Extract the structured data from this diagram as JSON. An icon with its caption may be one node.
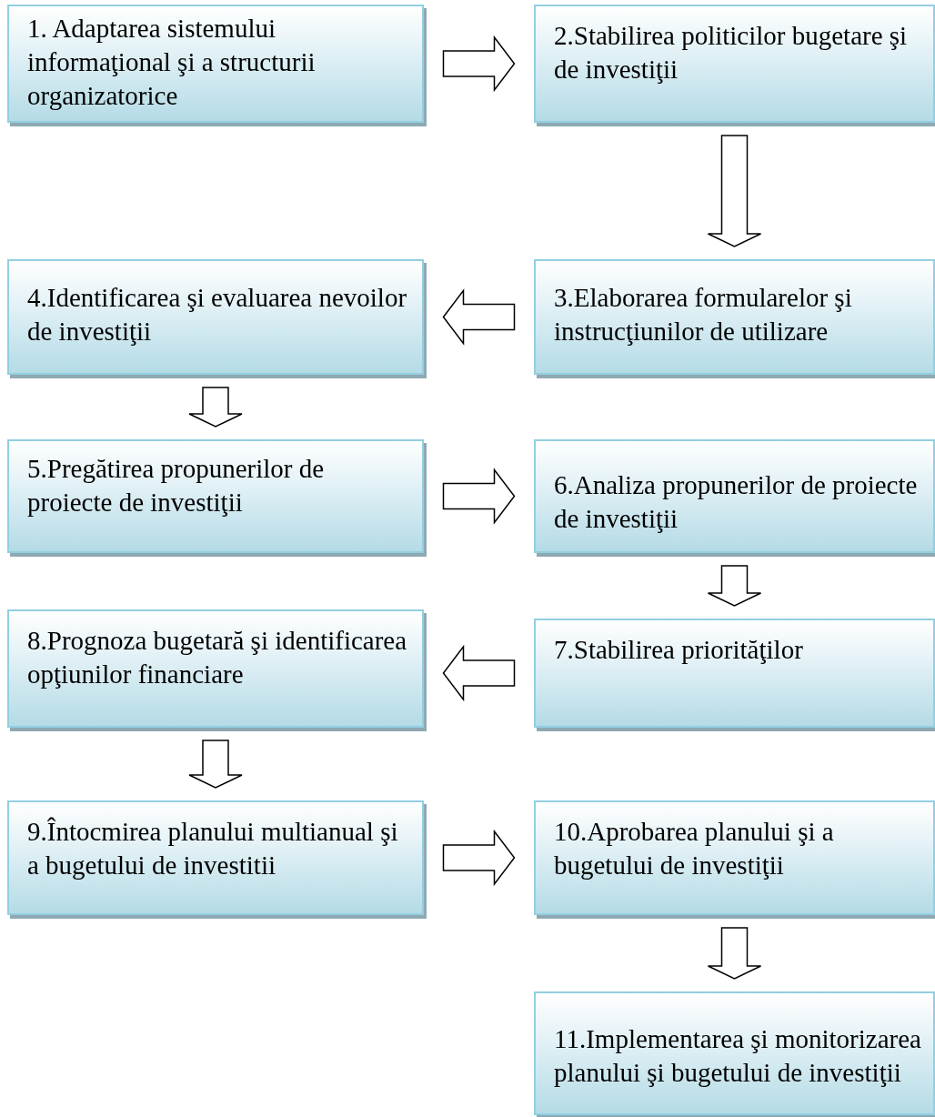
{
  "diagram": {
    "nodes": [
      {
        "text": [
          "1. Adaptarea sistemului informaţional şi a structurii organizatorice"
        ]
      },
      {
        "text": [
          "2.Stabilirea politicilor bugetare şi de investiţii"
        ]
      },
      {
        "text": [
          "3.Elaborarea formularelor şi instrucţiunilor de utilizare"
        ]
      },
      {
        "text": [
          "4.Identificarea şi  evaluarea nevoilor de investiţii"
        ]
      },
      {
        "text": [
          "5.Pregătirea propunerilor de proiecte de investiţii"
        ]
      },
      {
        "text": [
          "6.Analiza propunerilor de proiecte de investiţii"
        ]
      },
      {
        "text": [
          "7.Stabilirea priorităţilor"
        ]
      },
      {
        "text": [
          "8.Prognoza bugetară şi identificarea opţiunilor financiare"
        ]
      },
      {
        "text": [
          "9.Întocmirea planului multianual şi a bugetului de investitii"
        ]
      },
      {
        "text": [
          "10.Aprobarea planului şi a bugetului de investiţii"
        ]
      },
      {
        "text": [
          "11.Implementarea şi monitorizarea planului şi bugetului de investiţii"
        ]
      }
    ],
    "edges": [
      {
        "from": 0,
        "to": 1,
        "arrow": "to"
      },
      {
        "from": 1,
        "to": 2,
        "arrow": "to"
      },
      {
        "from": 2,
        "to": 3,
        "arrow": "to"
      },
      {
        "from": 3,
        "to": 4,
        "arrow": "to"
      },
      {
        "from": 4,
        "to": 5,
        "arrow": "to"
      },
      {
        "from": 5,
        "to": 6,
        "arrow": "to"
      },
      {
        "from": 6,
        "to": 7,
        "arrow": "to"
      },
      {
        "from": 7,
        "to": 8,
        "arrow": "to"
      },
      {
        "from": 8,
        "to": 9,
        "arrow": "to"
      },
      {
        "from": 9,
        "to": 10,
        "arrow": "to"
      }
    ]
  }
}
